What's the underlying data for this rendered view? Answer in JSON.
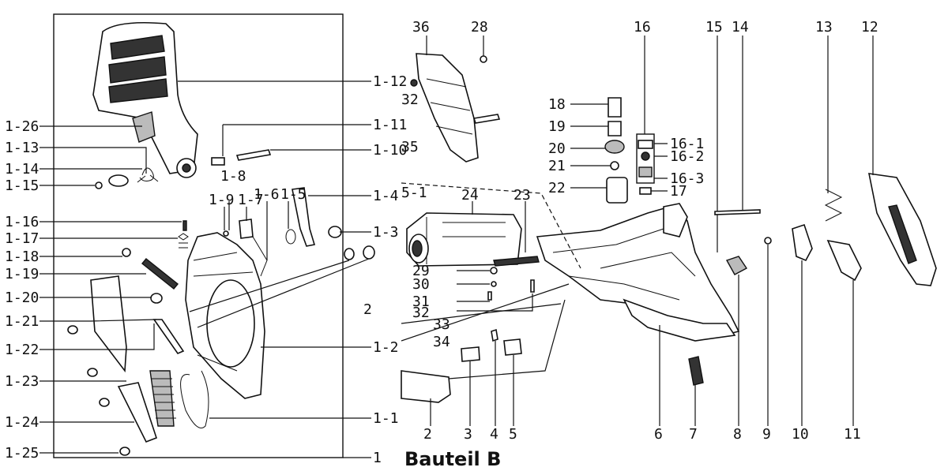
{
  "caption": "Bauteil B",
  "callouts_left": [
    "1-12",
    "1-26",
    "1-11",
    "1-13",
    "1-10",
    "1-14",
    "1-15",
    "1-8",
    "1-6",
    "1-5",
    "1-4",
    "1-9",
    "1-7",
    "1-16",
    "1-3",
    "1-17",
    "1-18",
    "1-19",
    "1-20",
    "2",
    "1-21",
    "1-22",
    "1-2",
    "1-23",
    "1-24",
    "1-1",
    "1-25",
    "1"
  ],
  "callouts_right": [
    "36",
    "28",
    "16",
    "15",
    "14",
    "13",
    "12",
    "32",
    "18",
    "19",
    "35",
    "16-1",
    "20",
    "16-2",
    "21",
    "16-3",
    "24",
    "23",
    "22",
    "17",
    "5-1",
    "29",
    "30",
    "31",
    "32",
    "33",
    "34",
    "2",
    "3",
    "4",
    "5",
    "6",
    "7",
    "8",
    "9",
    "10",
    "11"
  ]
}
